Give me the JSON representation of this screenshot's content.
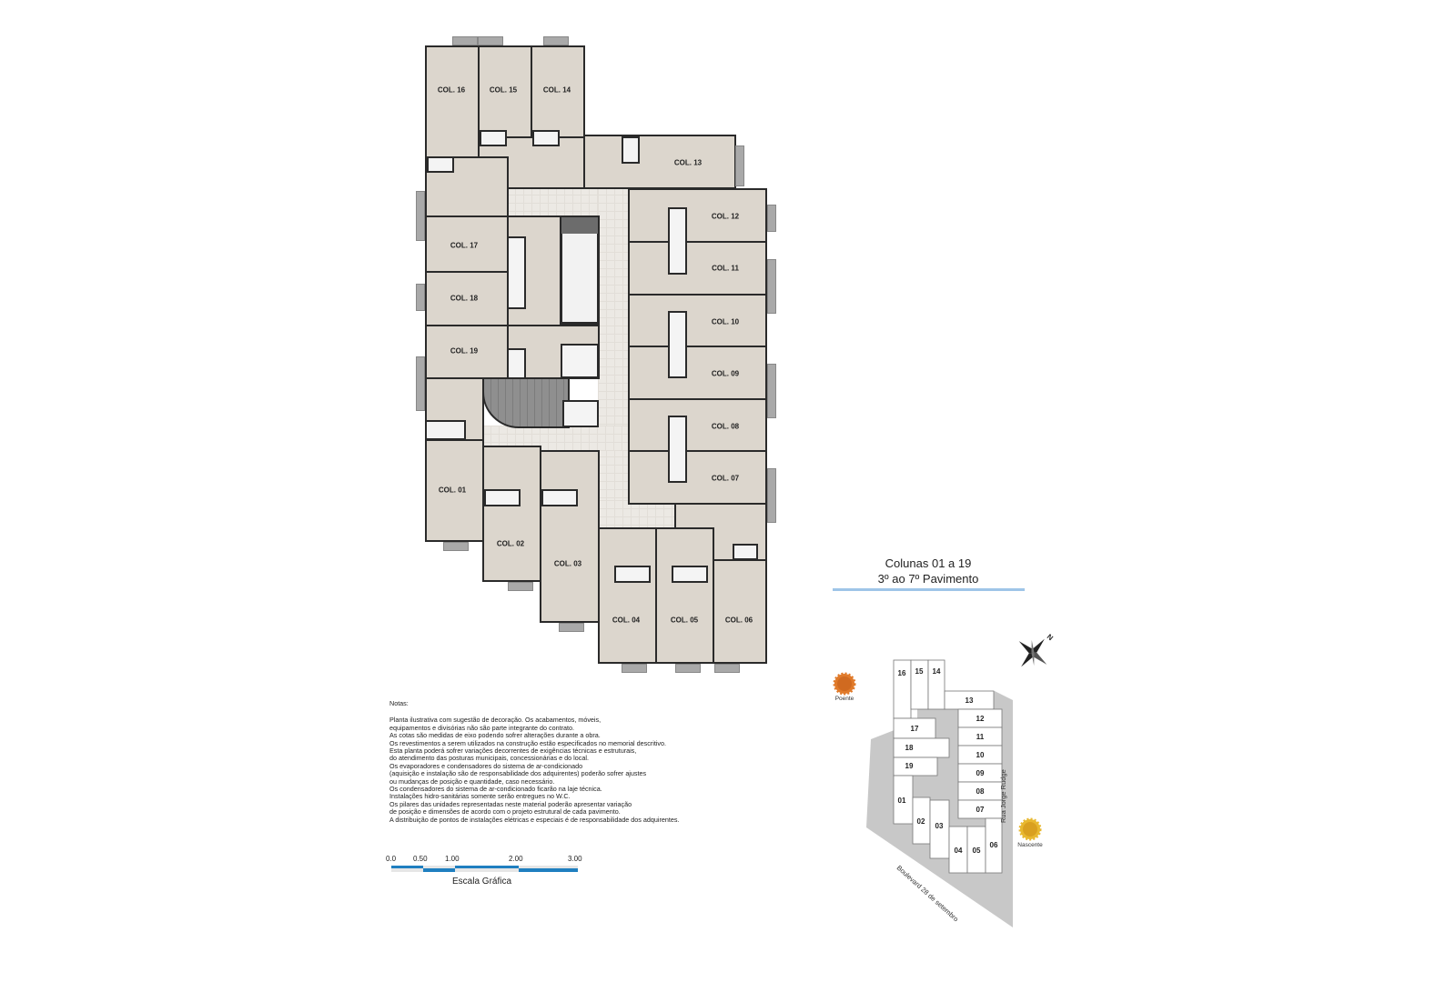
{
  "title": {
    "line1": "Colunas 01 a 19",
    "line2": "3º ao 7º Pavimento",
    "underline_color": "#9ec5e8"
  },
  "plan": {
    "units": [
      "COL. 16",
      "COL. 15",
      "COL. 14",
      "COL. 13",
      "COL. 12",
      "COL. 11",
      "COL. 10",
      "COL. 09",
      "COL. 08",
      "COL. 07",
      "COL. 06",
      "COL. 05",
      "COL. 04",
      "COL. 03",
      "COL. 02",
      "COL. 01",
      "COL. 17",
      "COL. 18",
      "COL. 19"
    ],
    "colors": {
      "room": "#dcd6cd",
      "corridor": "#ece9e4",
      "wall": "#2a2a2a",
      "stair": "#8f8f8f",
      "condenser": "#a9a9a9"
    }
  },
  "notes": {
    "heading": "Notas:",
    "lines": [
      "Planta ilustrativa com sugestão de decoração. Os acabamentos, móveis,",
      "equipamentos e divisórias não são parte integrante do contrato.",
      "As cotas são medidas de eixo podendo sofrer alterações durante a obra.",
      "Os revestimentos a serem utilizados na construção estão especificados no memorial descritivo.",
      "Esta planta poderá sofrer variações decorrentes de exigências técnicas e estruturais,",
      "do atendimento das posturas municipais, concessionárias e do local.",
      "Os evaporadores e condensadores do sistema de ar-condicionado",
      "(aquisição e instalação são de responsabilidade dos adquirentes) poderão sofrer ajustes",
      "ou mudanças de posição e quantidade, caso necessário.",
      "Os condensadores do sistema de ar-condicionado ficarão na laje técnica.",
      "Instalações hidro-sanitárias somente serão entregues no W.C.",
      "Os pilares das unidades representadas neste material poderão apresentar variação",
      "de posição e dimensões de acordo com o projeto estrutural de cada pavimento.",
      "A distribuição de pontos de instalações elétricas e especiais é de responsabilidade dos adquirentes."
    ]
  },
  "scale": {
    "ticks": [
      "0.0",
      "0.50",
      "1.00",
      "2.00",
      "3.00"
    ],
    "label": "Escala Gráfica",
    "color": "#1f7fc0"
  },
  "key_plan": {
    "units": [
      "16",
      "15",
      "14",
      "13",
      "12",
      "11",
      "10",
      "09",
      "08",
      "07",
      "17",
      "18",
      "19",
      "01",
      "02",
      "03",
      "04",
      "05",
      "06"
    ],
    "streets": {
      "right": "Rua Jorge Rudge",
      "bottom": "Boulevard 28 de setembro"
    },
    "sunset_label": "Poente",
    "sunrise_label": "Nascente",
    "north_label": "N",
    "colors": {
      "street": "#c8c8c8",
      "sunset": "#e07a2a",
      "sunrise": "#e8b830"
    }
  }
}
